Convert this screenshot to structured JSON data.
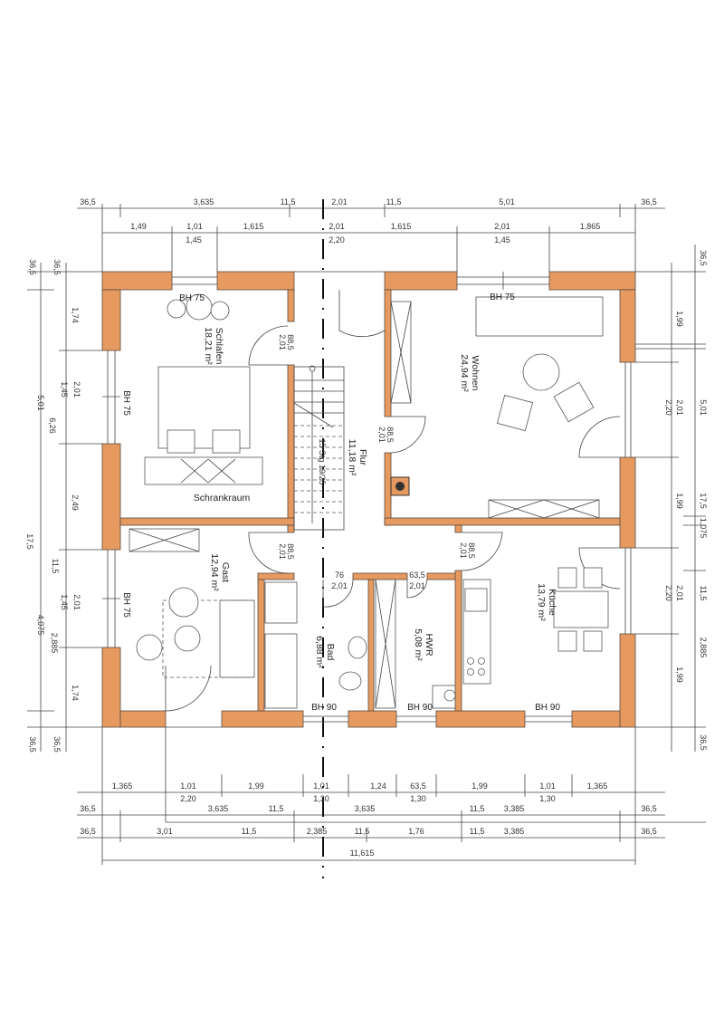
{
  "rooms": {
    "schlafen": {
      "name": "Schlafen",
      "area": "18,21 m²",
      "sub": "Schrankraum",
      "bh_top": "BH 75",
      "bh_left": "BH 75",
      "door_w": "88,5",
      "door_h": "2,01"
    },
    "flur": {
      "name": "Flur",
      "area": "11,18 m²",
      "stairs": "15 Stg 19/25"
    },
    "wohnen": {
      "name": "Wohnen",
      "area": "24,94 m²",
      "bh_top": "BH 75",
      "door_w": "88,5",
      "door_h": "2,01"
    },
    "gast": {
      "name": "Gast",
      "area": "12,94 m²",
      "bh_left": "BH 75",
      "door_w": "88,5",
      "door_h": "2,01"
    },
    "bad": {
      "name": "Bad",
      "area": "6,88 m²",
      "bh": "BH 90",
      "door_w": "76",
      "door_h": "2,01"
    },
    "hwr": {
      "name": "HWR",
      "area": "5,08 m²",
      "bh": "BH 90",
      "door_w": "63,5",
      "door_h": "2,01"
    },
    "kueche": {
      "name": "Küche",
      "area": "13,79 m²",
      "bh": "BH 90",
      "door_w": "88,5",
      "door_h": "2,01"
    }
  },
  "dimensions": {
    "top_row1": [
      "36,5",
      "3,635",
      "11,5",
      "2,01",
      "11,5",
      "5,01",
      "36,5"
    ],
    "top_row2": [
      "1,49",
      "1,01",
      "1,615",
      "2,01",
      "1,615",
      "2,01",
      "1,865"
    ],
    "top_row2_sub": [
      "1,45",
      "2,20",
      "1,45"
    ],
    "bottom_row1": [
      "1,365",
      "1,01",
      "1,99",
      "1,01",
      "1,24",
      "63,5",
      "1,99",
      "1,01",
      "1,365"
    ],
    "bottom_row1_sub": [
      "2,20",
      "1,30",
      "1,30",
      "1,30"
    ],
    "bottom_row2": [
      "36,5",
      "3,635",
      "11,5",
      "3,635",
      "11,5",
      "3,385",
      "36,5"
    ],
    "bottom_row3": [
      "36,5",
      "3,01",
      "11,5",
      "2,385",
      "11,5",
      "1,76",
      "11,5",
      "3,385",
      "36,5"
    ],
    "bottom_total": "11,615",
    "left_outer": [
      "36,5",
      "5,01",
      "17,5",
      "4,075",
      "36,5"
    ],
    "left_inner": [
      "36,5",
      "1,74",
      "2,01",
      "1,45",
      "6,26",
      "2,49",
      "11,5",
      "2,01",
      "1,45",
      "2,885",
      "1,74",
      "36,5"
    ],
    "right_inner": [
      "1,99",
      "2,01",
      "2,20",
      "1,99",
      "2,01",
      "2,20",
      "1,99"
    ],
    "right_outer": [
      "36,5",
      "5,01",
      "17,5",
      "1,075",
      "11,5",
      "2,885",
      "36,5"
    ]
  },
  "colors": {
    "wall": "#e69a5f"
  }
}
